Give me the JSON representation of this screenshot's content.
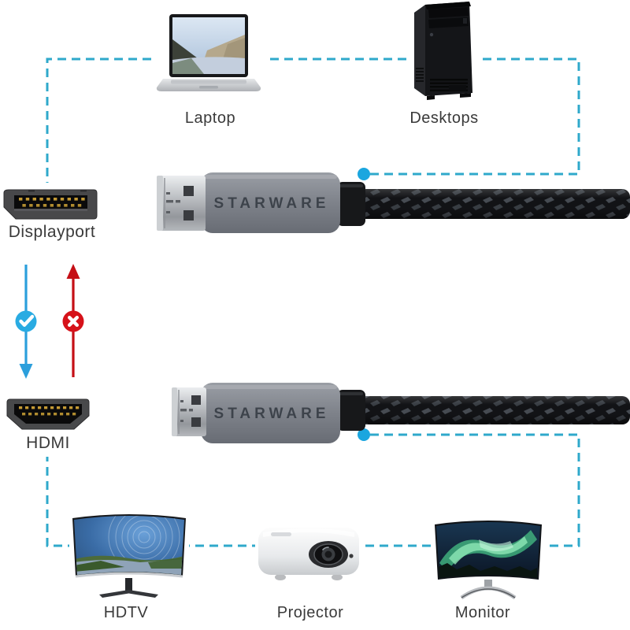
{
  "title": "DisplayPort to HDMI cable connection diagram",
  "brand": {
    "name": "STARWARE"
  },
  "top_devices": {
    "laptop": {
      "label": "Laptop"
    },
    "desktop": {
      "label": "Desktops"
    }
  },
  "connectors": {
    "displayport": {
      "label": "Displayport"
    },
    "hdmi": {
      "label": "HDMI"
    }
  },
  "cables": {
    "dp_cable": {
      "brand_text": "STARWARE"
    },
    "hdmi_cable": {
      "brand_text": "STARWARE"
    }
  },
  "display_devices": {
    "hdtv": {
      "label": "HDTV"
    },
    "projector": {
      "label": "Projector"
    },
    "monitor": {
      "label": "Monitor"
    }
  },
  "direction_indicator": {
    "allowed_direction": "displayport-to-hdmi",
    "check_icon": "check",
    "cross_icon": "cross"
  },
  "colors": {
    "connection_line": "#2FA9CB",
    "connection_dot": "#1BA6DF",
    "allowed_blue": "#29ABE2",
    "denied_red": "#D6121A",
    "label_text": "#3A3A3A",
    "cable_housing": "#83878E",
    "brand_text": "#3D434B",
    "pin_gold": "#C49A35"
  }
}
